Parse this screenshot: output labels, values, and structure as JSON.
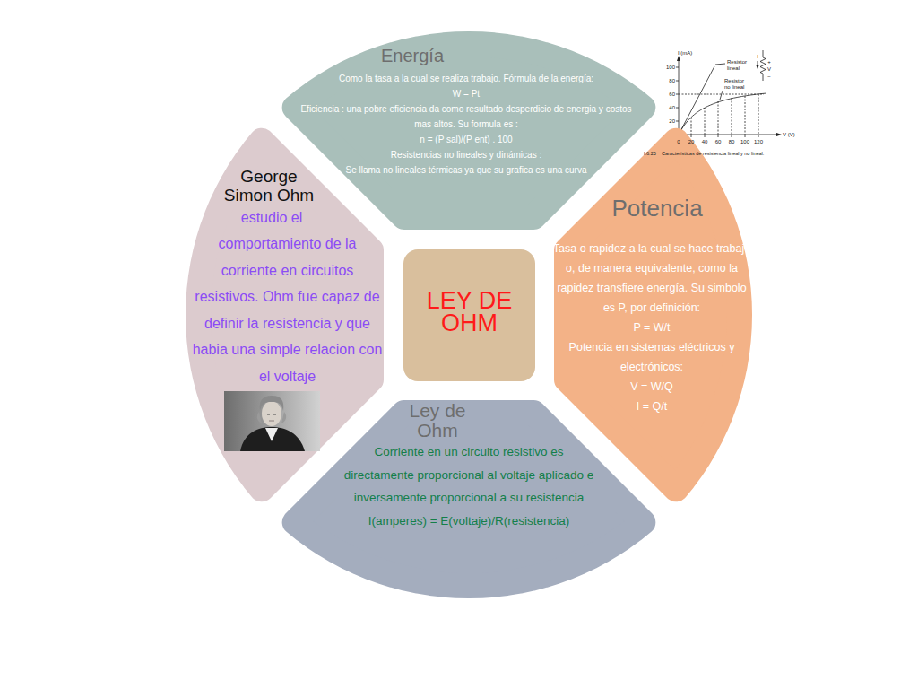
{
  "diagram": {
    "nodes": [
      {
        "text": [
          "Energía",
          "Como la tasa a la cual se realiza trabajo. Fórmula de la energía:",
          "W = Pt",
          "Eficiencia : una pobre eficiencia da como resultado desperdicio de energia y costos mas altos. Su formula es :",
          "n = (P sal)/(P ent) . 100",
          "Resistencias no lineales y dinámicas :",
          "Se llama no lineales térmicas ya que su grafica es una curva"
        ]
      },
      {
        "text": [
          "George Simon Ohm",
          "estudio el comportamiento de la corriente en circuitos resistivos. Ohm fue capaz de definir la resistencia y que habia una simple relacion con el voltaje"
        ]
      },
      {
        "text": [
          "LEY DE OHM"
        ]
      },
      {
        "text": [
          "Potencia",
          "Tasa o rapidez a la cual se hace trabajo o, de manera equivalente, como la rapidez transfiere energía. Su simbolo es P, por definición:",
          "P = W/t",
          "Potencia en sistemas eléctricos y electrónicos:",
          "V = W/Q",
          "I = Q/t"
        ]
      },
      {
        "text": [
          "Ley de Ohm",
          "Corriente en un circuito resistivo es directamente proporcional al voltaje aplicado e inversamente proporcional a su resistencia",
          "I(amperes) = E(voltaje)/R(resistencia)"
        ]
      }
    ],
    "labels": [
      "I (mA)",
      "100",
      "80",
      "60",
      "40",
      "20",
      "0",
      "20",
      "40",
      "60",
      "80",
      "100",
      "120",
      "V (V)",
      "Resistor lineal",
      "Resistor no lineal",
      "I",
      "+",
      "V",
      "−",
      "I.6.25",
      "Características de resistencia lineal y no lineal."
    ]
  }
}
